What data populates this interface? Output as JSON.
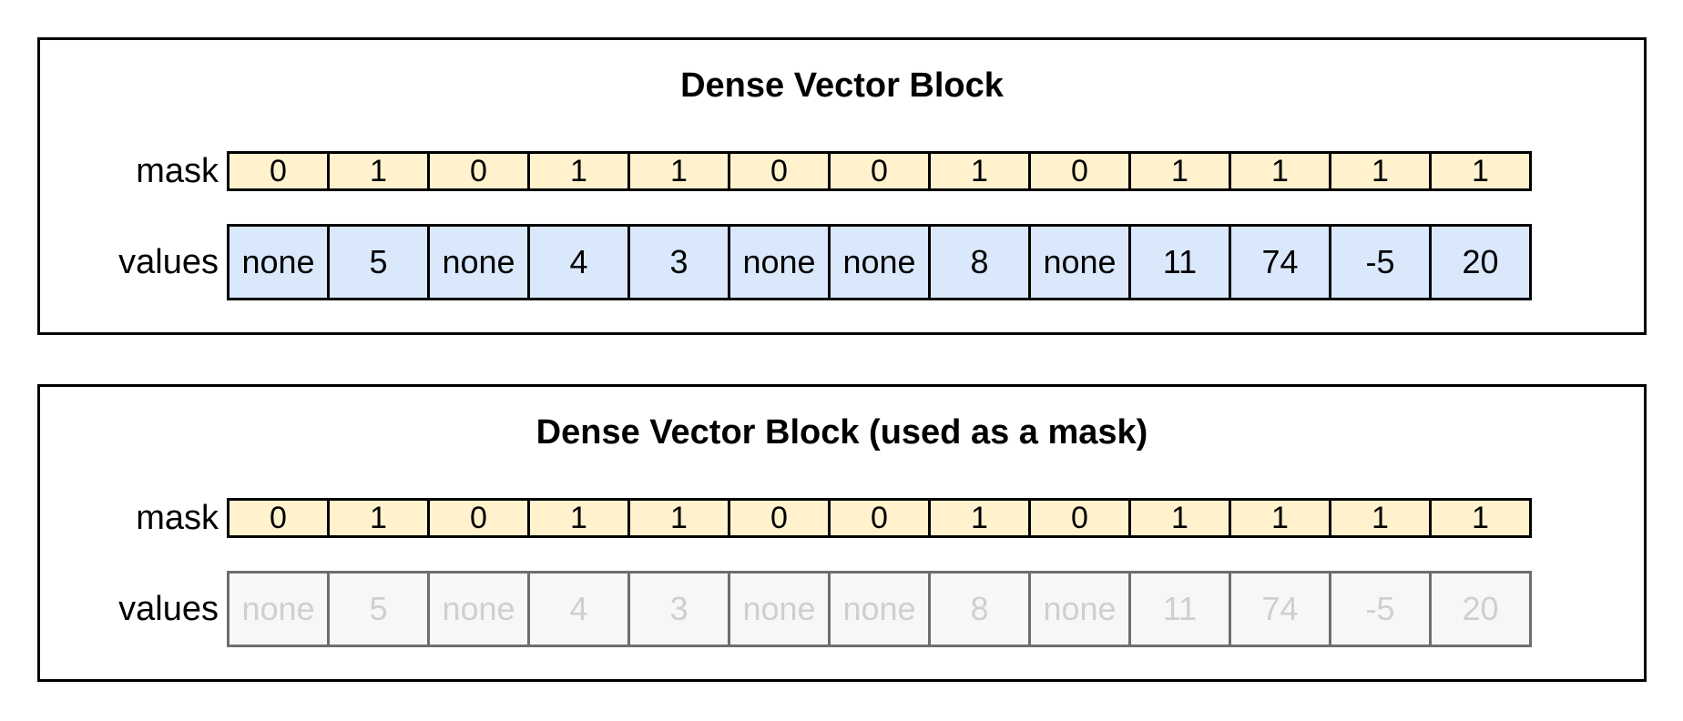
{
  "panels": [
    {
      "title": "Dense Vector Block",
      "mask_label": "mask",
      "values_label": "values",
      "mask": [
        "0",
        "1",
        "0",
        "1",
        "1",
        "0",
        "0",
        "1",
        "0",
        "1",
        "1",
        "1",
        "1"
      ],
      "values": [
        "none",
        "5",
        "none",
        "4",
        "3",
        "none",
        "none",
        "8",
        "none",
        "11",
        "74",
        "-5",
        "20"
      ],
      "values_faded": false
    },
    {
      "title": "Dense Vector Block (used as a mask)",
      "mask_label": "mask",
      "values_label": "values",
      "mask": [
        "0",
        "1",
        "0",
        "1",
        "1",
        "0",
        "0",
        "1",
        "0",
        "1",
        "1",
        "1",
        "1"
      ],
      "values": [
        "none",
        "5",
        "none",
        "4",
        "3",
        "none",
        "none",
        "8",
        "none",
        "11",
        "74",
        "-5",
        "20"
      ],
      "values_faded": true
    }
  ],
  "colors": {
    "mask_fill": "#fff2cc",
    "values_fill": "#dae8fc",
    "faded_fill": "#f7f7f7",
    "faded_text": "#cfcfcf",
    "faded_border": "#6e6e6e",
    "border": "#000000"
  }
}
